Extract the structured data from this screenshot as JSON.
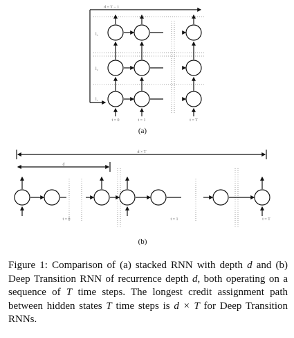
{
  "figure": {
    "panel_a": {
      "label": "(a)",
      "arrow_label": "d = T − 1",
      "layer_labels": [
        "l₃",
        "l₂",
        "l₁"
      ],
      "time_labels": [
        "t = 0",
        "t = 1",
        "t = T"
      ]
    },
    "panel_b": {
      "label": "(b)",
      "outer_arrow_label": "d × T",
      "inner_arrow_label": "d",
      "time_labels": [
        "t = 0",
        "t = 1",
        "t = T"
      ]
    }
  },
  "caption": {
    "p1": "Figure 1:  Comparison of (a) stacked RNN with depth ",
    "v1": "d",
    "p2": " and (b) Deep Transition RNN of recurrence depth ",
    "v2": "d",
    "p3": ", both operating on a sequence of ",
    "v3": "T",
    "p4": " time steps. The longest credit assignment path between hidden states ",
    "v4": "T",
    "p5": " time steps is ",
    "v5": "d × T",
    "p6": " for Deep Transition RNNs."
  }
}
